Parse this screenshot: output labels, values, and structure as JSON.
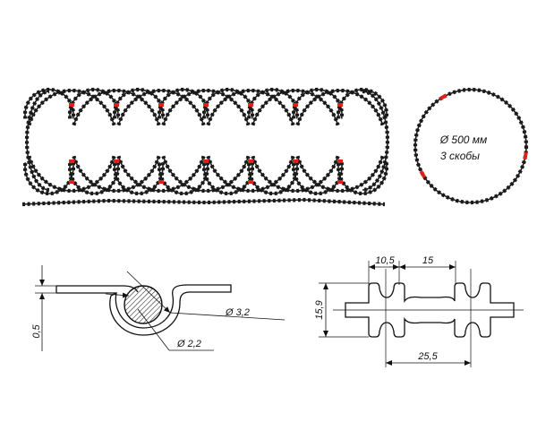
{
  "circle_view": {
    "diameter_label": "Ø 500 мм",
    "clips_label": "3 скобы"
  },
  "cross_section": {
    "thickness_label": "0,5",
    "outer_diameter_label": "Ø 3,2",
    "inner_diameter_label": "Ø 2,2"
  },
  "blade_profile": {
    "barb_width_label": "10,5",
    "barb_spacing_label": "15",
    "height_label": "15,9",
    "pitch_label": "25,5"
  },
  "colors": {
    "wire": "#1a1a1a",
    "clip": "#e0211b",
    "line": "#111111"
  }
}
